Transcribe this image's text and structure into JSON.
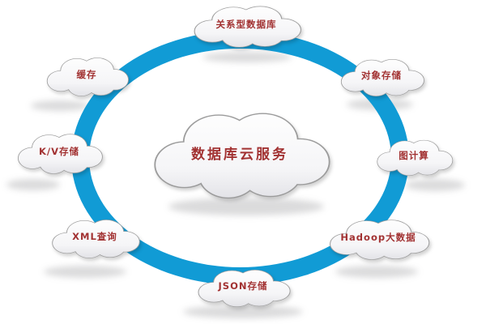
{
  "diagram": {
    "title": "数据库云服务",
    "center": {
      "label": "数据库云服务"
    },
    "nodes": [
      {
        "id": "relational-db",
        "label": "关系型数据库"
      },
      {
        "id": "object-storage",
        "label": "对象存储"
      },
      {
        "id": "graph-compute",
        "label": "图计算"
      },
      {
        "id": "hadoop-bigdata",
        "label": "Hadoop大数据"
      },
      {
        "id": "json-storage",
        "label": "JSON存储"
      },
      {
        "id": "xml-query",
        "label": "XML查询"
      },
      {
        "id": "kv-storage",
        "label": "K/V存储"
      },
      {
        "id": "cache",
        "label": "缓存"
      }
    ],
    "colors": {
      "ring": "#119bd5",
      "label_text": "#a23232",
      "cloud_outline": "#9b9b9b"
    }
  }
}
